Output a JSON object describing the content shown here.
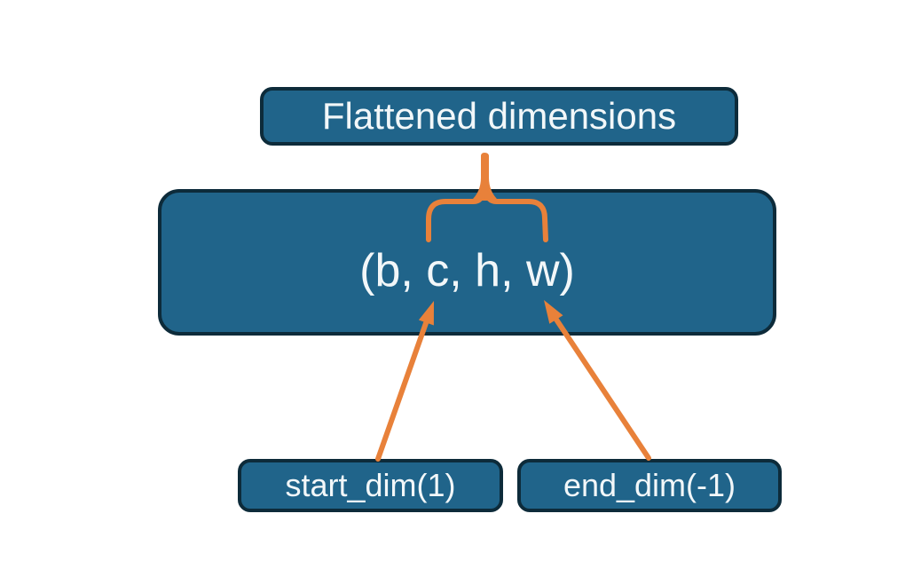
{
  "diagram": {
    "nodes": {
      "flattened": {
        "label": "Flattened dimensions"
      },
      "tensor": {
        "label": "(b, c, h, w)"
      },
      "start_dim": {
        "label": "start_dim(1)"
      },
      "end_dim": {
        "label": "end_dim(-1)"
      }
    },
    "connectors": {
      "brace": {
        "name": "dimension-brace",
        "spans": "c to w",
        "points_to": "Flattened dimensions"
      },
      "start_arrow": {
        "name": "start-dim-arrow",
        "from": "start_dim(1)",
        "to": "c"
      },
      "end_arrow": {
        "name": "end-dim-arrow",
        "from": "end_dim(-1)",
        "to": "w"
      }
    }
  },
  "colors": {
    "background": "#ffffff",
    "node_fill": "#20648a",
    "node_border": "#0d2b3a",
    "node_text": "#f2f7f9",
    "accent": "#e8813a"
  }
}
